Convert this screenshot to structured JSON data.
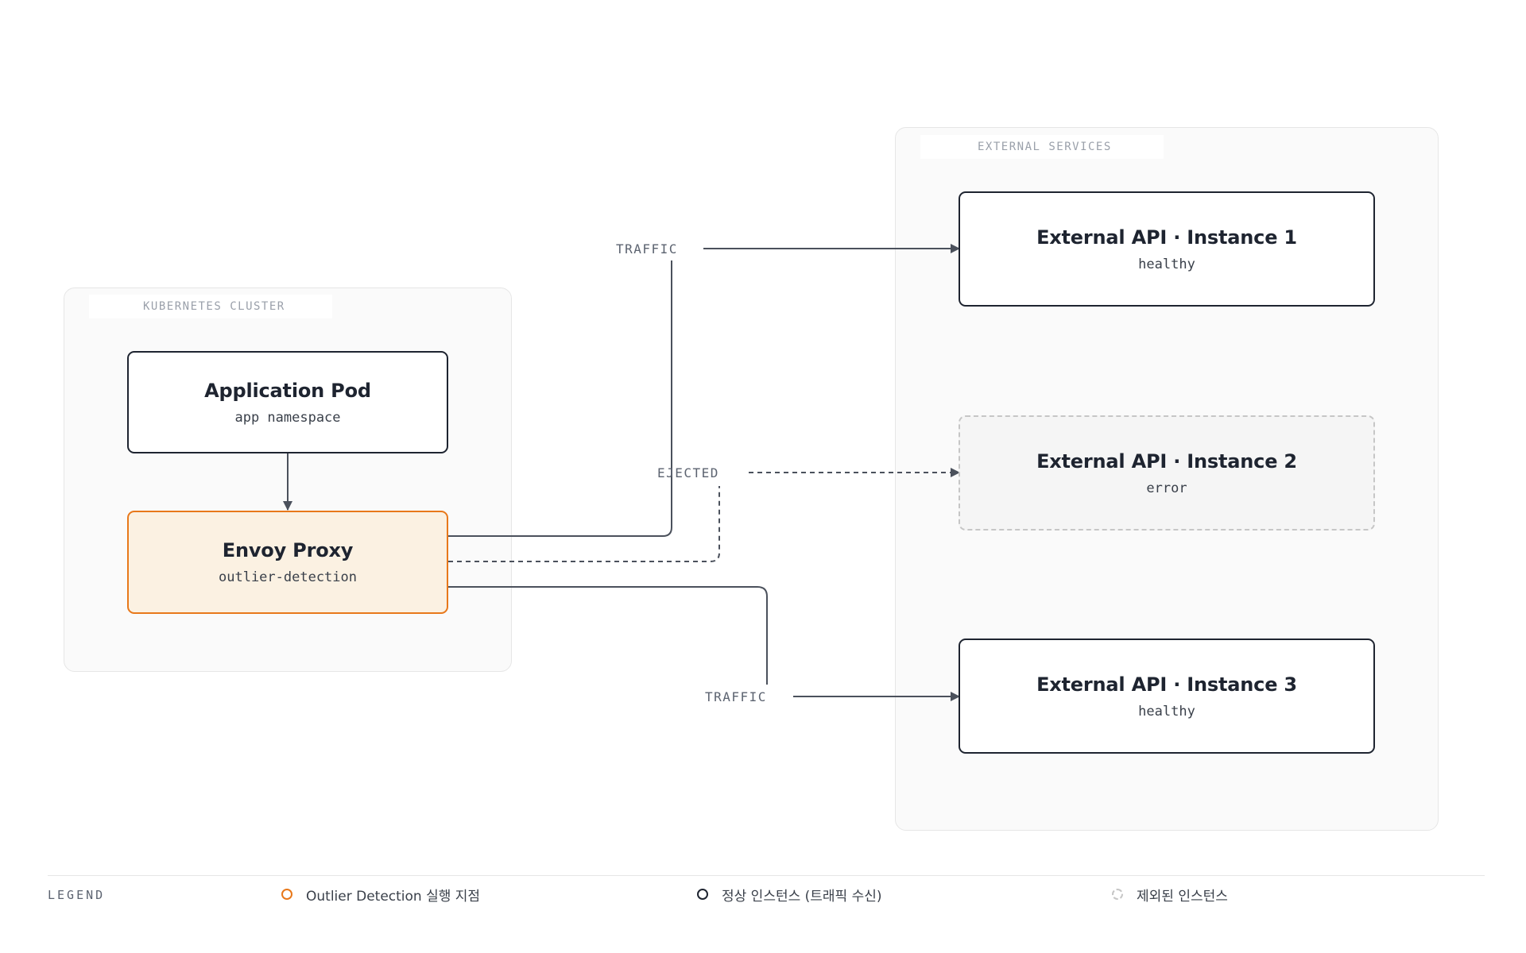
{
  "groups": {
    "kubernetes": {
      "label": "KUBERNETES CLUSTER"
    },
    "external": {
      "label": "EXTERNAL SERVICES"
    }
  },
  "nodes": {
    "app_pod": {
      "title": "Application Pod",
      "subtitle": "app namespace"
    },
    "envoy": {
      "title": "Envoy Proxy",
      "subtitle": "outlier-detection"
    },
    "instance1": {
      "title": "External API · Instance 1",
      "subtitle": "healthy"
    },
    "instance2": {
      "title": "External API · Instance 2",
      "subtitle": "error"
    },
    "instance3": {
      "title": "External API · Instance 3",
      "subtitle": "healthy"
    }
  },
  "edges": {
    "to_instance1": {
      "label": "TRAFFIC",
      "style": "solid"
    },
    "to_instance2": {
      "label": "EJECTED",
      "style": "dashed"
    },
    "to_instance3": {
      "label": "TRAFFIC",
      "style": "solid"
    }
  },
  "legend": {
    "title": "LEGEND",
    "items": [
      {
        "label": "Outlier Detection 실행 지점",
        "swatch": "orange-ring"
      },
      {
        "label": "정상 인스턴스 (트래픽 수신)",
        "swatch": "dark-ring"
      },
      {
        "label": "제외된 인스턴스",
        "swatch": "dashed-gray-ring"
      }
    ]
  },
  "colors": {
    "accent_orange": "#e8781a",
    "proxy_fill": "#fbf1e2",
    "node_border": "#1e2430",
    "edge": "#4b515c",
    "ejected_border": "#c6c6c6",
    "group_fill": "#fafafa"
  }
}
